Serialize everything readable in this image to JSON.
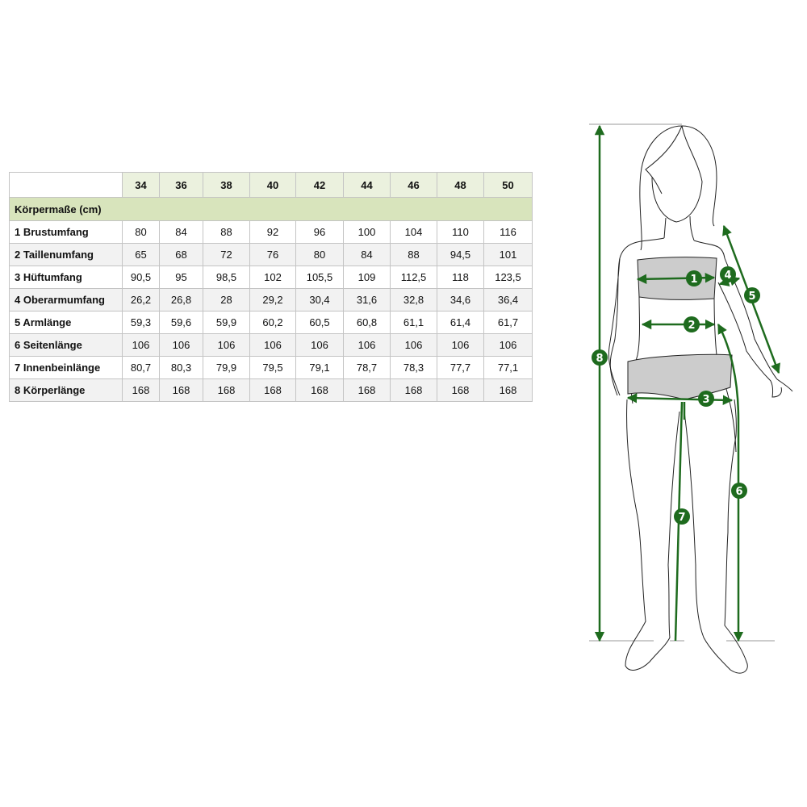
{
  "table": {
    "section_label": "Körpermaße (cm)",
    "sizes": [
      "34",
      "36",
      "38",
      "40",
      "42",
      "44",
      "46",
      "48",
      "50"
    ],
    "rows": [
      {
        "label": "1 Brustumfang",
        "values": [
          "80",
          "84",
          "88",
          "92",
          "96",
          "100",
          "104",
          "110",
          "116"
        ]
      },
      {
        "label": "2 Taillenumfang",
        "values": [
          "65",
          "68",
          "72",
          "76",
          "80",
          "84",
          "88",
          "94,5",
          "101"
        ]
      },
      {
        "label": "3 Hüftumfang",
        "values": [
          "90,5",
          "95",
          "98,5",
          "102",
          "105,5",
          "109",
          "112,5",
          "118",
          "123,5"
        ]
      },
      {
        "label": "4 Oberarmumfang",
        "values": [
          "26,2",
          "26,8",
          "28",
          "29,2",
          "30,4",
          "31,6",
          "32,8",
          "34,6",
          "36,4"
        ]
      },
      {
        "label": "5 Armlänge",
        "values": [
          "59,3",
          "59,6",
          "59,9",
          "60,2",
          "60,5",
          "60,8",
          "61,1",
          "61,4",
          "61,7"
        ]
      },
      {
        "label": "6 Seitenlänge",
        "values": [
          "106",
          "106",
          "106",
          "106",
          "106",
          "106",
          "106",
          "106",
          "106"
        ]
      },
      {
        "label": "7 Innenbeinlänge",
        "values": [
          "80,7",
          "80,3",
          "79,9",
          "79,5",
          "79,1",
          "78,7",
          "78,3",
          "77,7",
          "77,1"
        ]
      },
      {
        "label": "8 Körperlänge",
        "values": [
          "168",
          "168",
          "168",
          "168",
          "168",
          "168",
          "168",
          "168",
          "168"
        ]
      }
    ]
  },
  "figure": {
    "markers": [
      "1",
      "2",
      "3",
      "4",
      "5",
      "6",
      "7",
      "8"
    ],
    "colors": {
      "accent": "#1e6b1e",
      "shade": "#cccccc",
      "outline": "#222222",
      "header_bg": "#ebf1de",
      "section_bg": "#d8e4bc",
      "alt_row_bg": "#f2f2f2"
    }
  }
}
